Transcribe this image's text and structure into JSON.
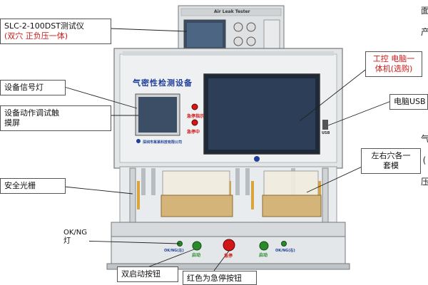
{
  "callouts": {
    "model": {
      "line1": "SLC-2-100DST测试仪",
      "line2": "(双穴 正负压一体)"
    },
    "signal_light": "设备信号灯",
    "touch_screen": {
      "line1": "设备动作调试触",
      "line2": "摸屏"
    },
    "light_curtain": "安全光栅",
    "ok_ng": {
      "line1": "OK/NG",
      "line2": "灯"
    },
    "start_buttons": "双启动按钮",
    "estop": "红色为急停按钮",
    "ipc": {
      "line1": "工控 电脑一",
      "line2": "体机(选购)"
    },
    "usb": "电脑USB",
    "molds": {
      "line1": "左右穴各一",
      "line2": "套模"
    }
  },
  "machine": {
    "title_banner": "气密性检测设备",
    "tester_brand": "Air Leak Tester",
    "company": "深圳市某某科技有限公司",
    "indicator_left": "急停指示",
    "indicator_right": "急停中",
    "btn_left_label": "启动",
    "btn_center_label": "急停",
    "btn_right_label": "启动",
    "panel_left_tag": "OK/NG(左)",
    "panel_right_tag": "OK/NG(右)",
    "usb_label": "USB"
  },
  "right_edge_text": [
    "面",
    "产",
    "气",
    "(",
    "压"
  ],
  "colors": {
    "frame": "#c9cdd0",
    "frame_dark": "#8c9296",
    "screen": "#2a3f58",
    "wood": "#d5b47a",
    "accent_blue": "#1f3f9a",
    "red": "#d01818",
    "green": "#2a8a2a"
  }
}
